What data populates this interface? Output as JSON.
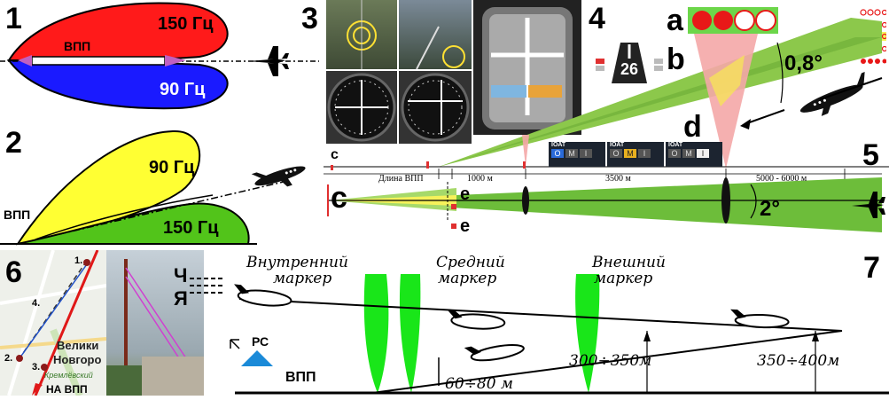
{
  "panel1": {
    "number": "1",
    "lobe_top": "150 Гц",
    "lobe_bottom": "90 Гц",
    "runway": "ВПП"
  },
  "panel2": {
    "number": "2",
    "lobe_top": "90 Гц",
    "lobe_bottom": "150 Гц",
    "runway": "ВПП"
  },
  "panel3": {
    "number": "3"
  },
  "panel4": {
    "number": "4",
    "label_a": "a",
    "label_b": "b",
    "runway_number": "26"
  },
  "panel5": {
    "number": "5",
    "angle_top": "0,8°",
    "angle_bottom": "2°",
    "label_c_small": "c",
    "label_c_big": "c",
    "label_d": "d",
    "label_e_top": "e",
    "label_e_bottom": "e",
    "seg_runway": "Длина ВПП",
    "seg_1000": "1000 м",
    "seg_3500": "3500 м",
    "seg_far": "5000 - 6000 м",
    "ioat": [
      "IOAT",
      "IOAT",
      "IOAT"
    ],
    "omi": [
      "O",
      "M",
      "I"
    ]
  },
  "panel6": {
    "number": "6",
    "p1": "1.",
    "p2": "2.",
    "p3": "3.",
    "p4": "4.",
    "city_1": "Велики",
    "city_2": "Новгоро",
    "kremlin": "Кремлёвский",
    "to_runway": "НА ВПП",
    "ch": "Ч",
    "ya": "Я"
  },
  "panel7": {
    "number": "7",
    "inner_1": "Внутренний",
    "inner_2": "маркер",
    "middle_1": "Средний",
    "middle_2": "маркер",
    "outer_1": "Внешний",
    "outer_2": "маркер",
    "runway": "ВПП",
    "rs": "РС",
    "dist_60_80": "60÷80 м",
    "alt_300_350": "300÷350м",
    "alt_350_400": "350÷400м"
  },
  "colors": {
    "red": "#ff1a1a",
    "blue": "#1a1aff",
    "yellow": "#ffff33",
    "green": "#6dbd3a",
    "green_light": "#a6d96a",
    "pink": "#f4a7a7",
    "marker_green": "#19e619"
  }
}
